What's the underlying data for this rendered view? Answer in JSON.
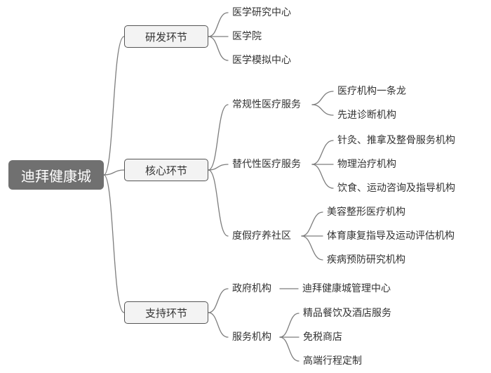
{
  "root": "迪拜健康城",
  "branches": [
    {
      "label": "研发环节",
      "items": [
        "医学研究中心",
        "医学院",
        "医学模拟中心"
      ]
    },
    {
      "label": "核心环节",
      "groups": [
        {
          "label": "常规性医疗服务",
          "items": [
            "医疗机构一条龙",
            "先进诊断机构"
          ]
        },
        {
          "label": "替代性医疗服务",
          "items": [
            "针灸、推拿及整骨服务机构",
            "物理治疗机构",
            "饮食、运动咨询及指导机构"
          ]
        },
        {
          "label": "度假疗养社区",
          "items": [
            "美容整形医疗机构",
            "体育康复指导及运动评估机构",
            "疾病预防研究机构"
          ]
        }
      ]
    },
    {
      "label": "支持环节",
      "groups": [
        {
          "label": "政府机构",
          "items": [
            "迪拜健康城管理中心"
          ]
        },
        {
          "label": "服务机构",
          "items": [
            "精品餐饮及酒店服务",
            "免税商店",
            "高端行程定制"
          ]
        }
      ]
    }
  ]
}
